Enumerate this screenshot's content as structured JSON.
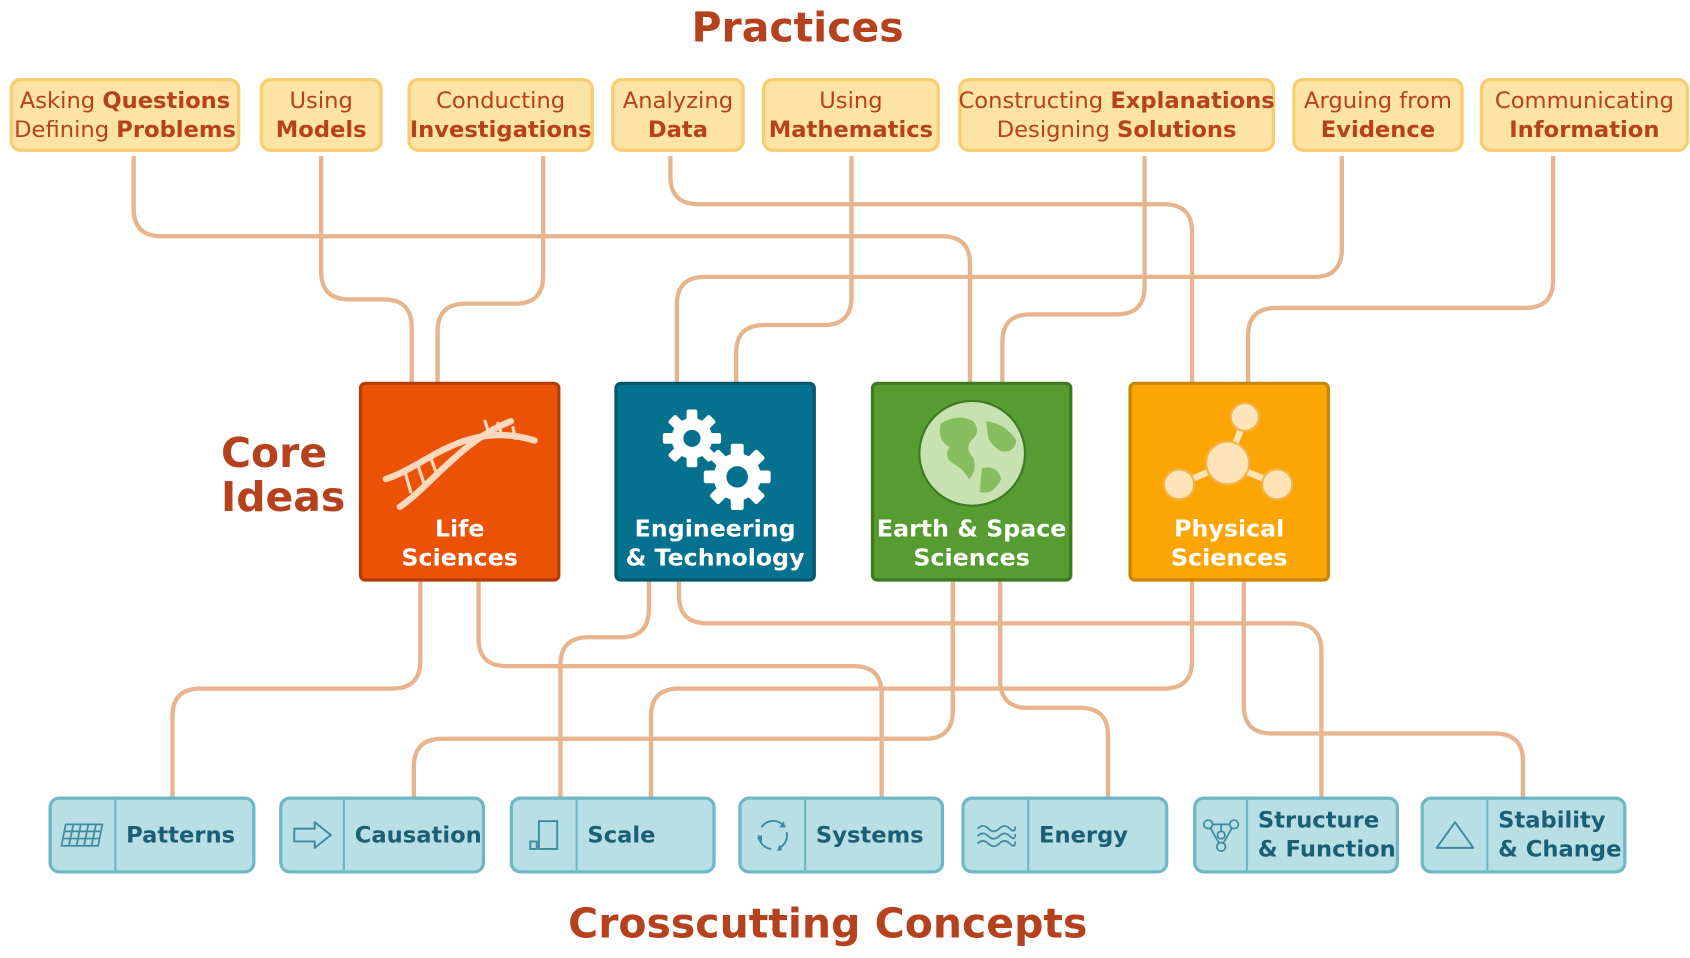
{
  "titles": {
    "practices": "Practices",
    "core_line1": "Core",
    "core_line2": "Ideas",
    "concepts": "Crosscutting Concepts"
  },
  "practices": [
    {
      "id": "asking",
      "lines": [
        {
          "pre": "Asking ",
          "hl": "Questions"
        },
        {
          "pre": "Defining ",
          "hl": "Problems"
        }
      ]
    },
    {
      "id": "models",
      "lines": [
        {
          "pre": "Using",
          "hl": ""
        },
        {
          "pre": "",
          "hl": "Models"
        }
      ]
    },
    {
      "id": "investigations",
      "lines": [
        {
          "pre": "Conducting",
          "hl": ""
        },
        {
          "pre": "",
          "hl": "Investigations"
        }
      ]
    },
    {
      "id": "analyzing",
      "lines": [
        {
          "pre": "Analyzing",
          "hl": ""
        },
        {
          "pre": "",
          "hl": "Data"
        }
      ]
    },
    {
      "id": "mathematics",
      "lines": [
        {
          "pre": "Using",
          "hl": ""
        },
        {
          "pre": "",
          "hl": "Mathematics"
        }
      ]
    },
    {
      "id": "explanations",
      "lines": [
        {
          "pre": "Constructing ",
          "hl": "Explanations"
        },
        {
          "pre": "Designing ",
          "hl": "Solutions"
        }
      ]
    },
    {
      "id": "arguing",
      "lines": [
        {
          "pre": "Arguing from",
          "hl": ""
        },
        {
          "pre": "",
          "hl": "Evidence"
        }
      ]
    },
    {
      "id": "communicating",
      "lines": [
        {
          "pre": "Communicating",
          "hl": ""
        },
        {
          "pre": "",
          "hl": "Information"
        }
      ]
    }
  ],
  "core_ideas": [
    {
      "id": "life",
      "line1": "Life",
      "line2": "Sciences",
      "icon": "dna-icon",
      "color": "#eb5206",
      "border": "#b33d08"
    },
    {
      "id": "engineering",
      "line1": "Engineering",
      "line2": "& Technology",
      "icon": "gears-icon",
      "color": "#04728e",
      "border": "#03566b"
    },
    {
      "id": "earth",
      "line1": "Earth & Space",
      "line2": "Sciences",
      "icon": "globe-icon",
      "color": "#569c30",
      "border": "#3e7a22"
    },
    {
      "id": "physical",
      "line1": "Physical",
      "line2": "Sciences",
      "icon": "molecule-icon",
      "color": "#fba605",
      "border": "#c98504"
    }
  ],
  "concepts": [
    {
      "id": "patterns",
      "line1": "Patterns",
      "line2": "",
      "icon": "grid-icon"
    },
    {
      "id": "causation",
      "line1": "Causation",
      "line2": "",
      "icon": "arrow-icon"
    },
    {
      "id": "scale",
      "line1": "Scale",
      "line2": "",
      "icon": "scale-icon"
    },
    {
      "id": "systems",
      "line1": "Systems",
      "line2": "",
      "icon": "cycle-icon"
    },
    {
      "id": "energy",
      "line1": "Energy",
      "line2": "",
      "icon": "waves-icon"
    },
    {
      "id": "structure",
      "line1": "Structure",
      "line2": "& Function",
      "icon": "network-icon"
    },
    {
      "id": "stability",
      "line1": "Stability",
      "line2": "& Change",
      "icon": "triangle-icon"
    }
  ],
  "colors": {
    "title": "#b5421c",
    "practice_fill": "#fde3a4",
    "practice_border": "#f9cc72",
    "connector": "#e7b48e",
    "concept_fill": "#b9dfe6",
    "concept_border": "#6fb7c5",
    "concept_text": "#1a5f73"
  }
}
